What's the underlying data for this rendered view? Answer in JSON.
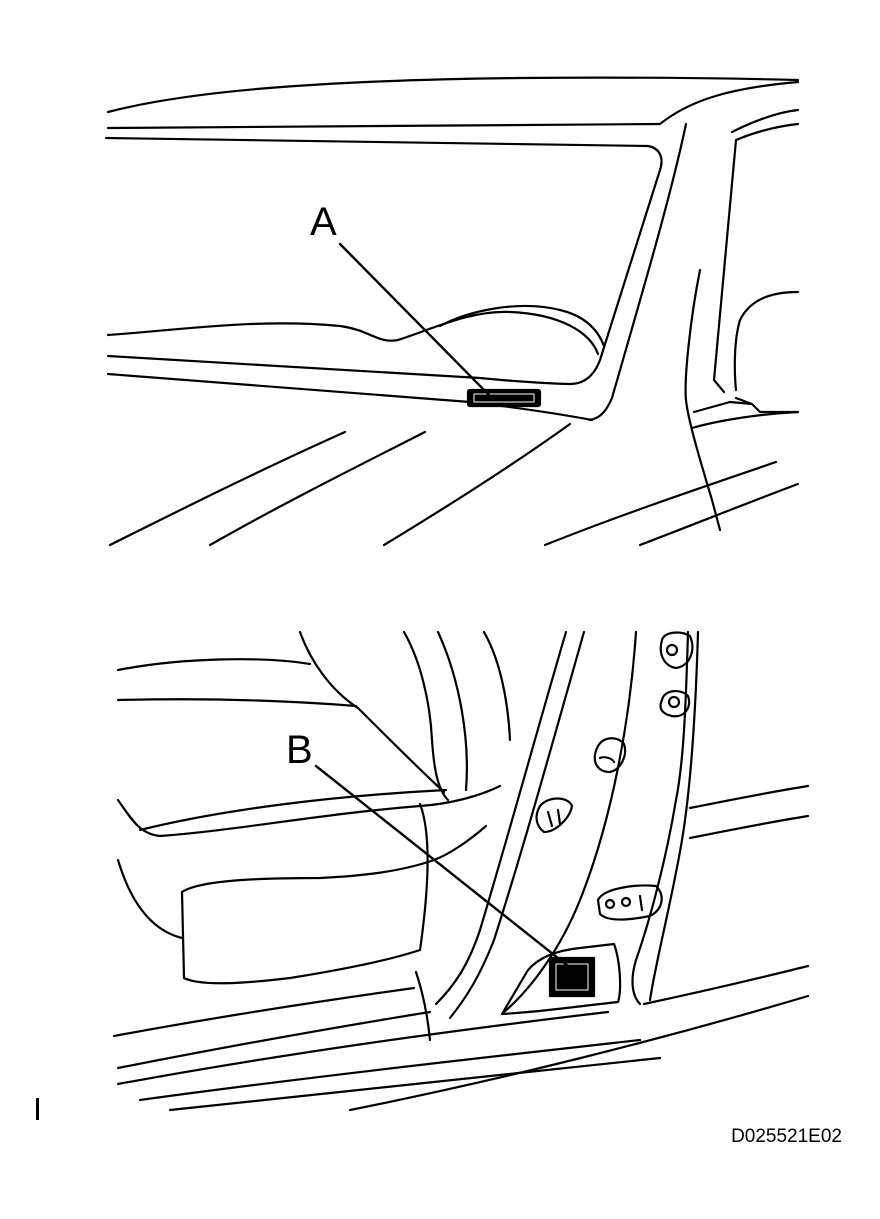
{
  "callouts": {
    "a": "A",
    "b": "B"
  },
  "figure_code": "D025521E02",
  "colors": {
    "line": "#000000",
    "background": "#ffffff"
  }
}
